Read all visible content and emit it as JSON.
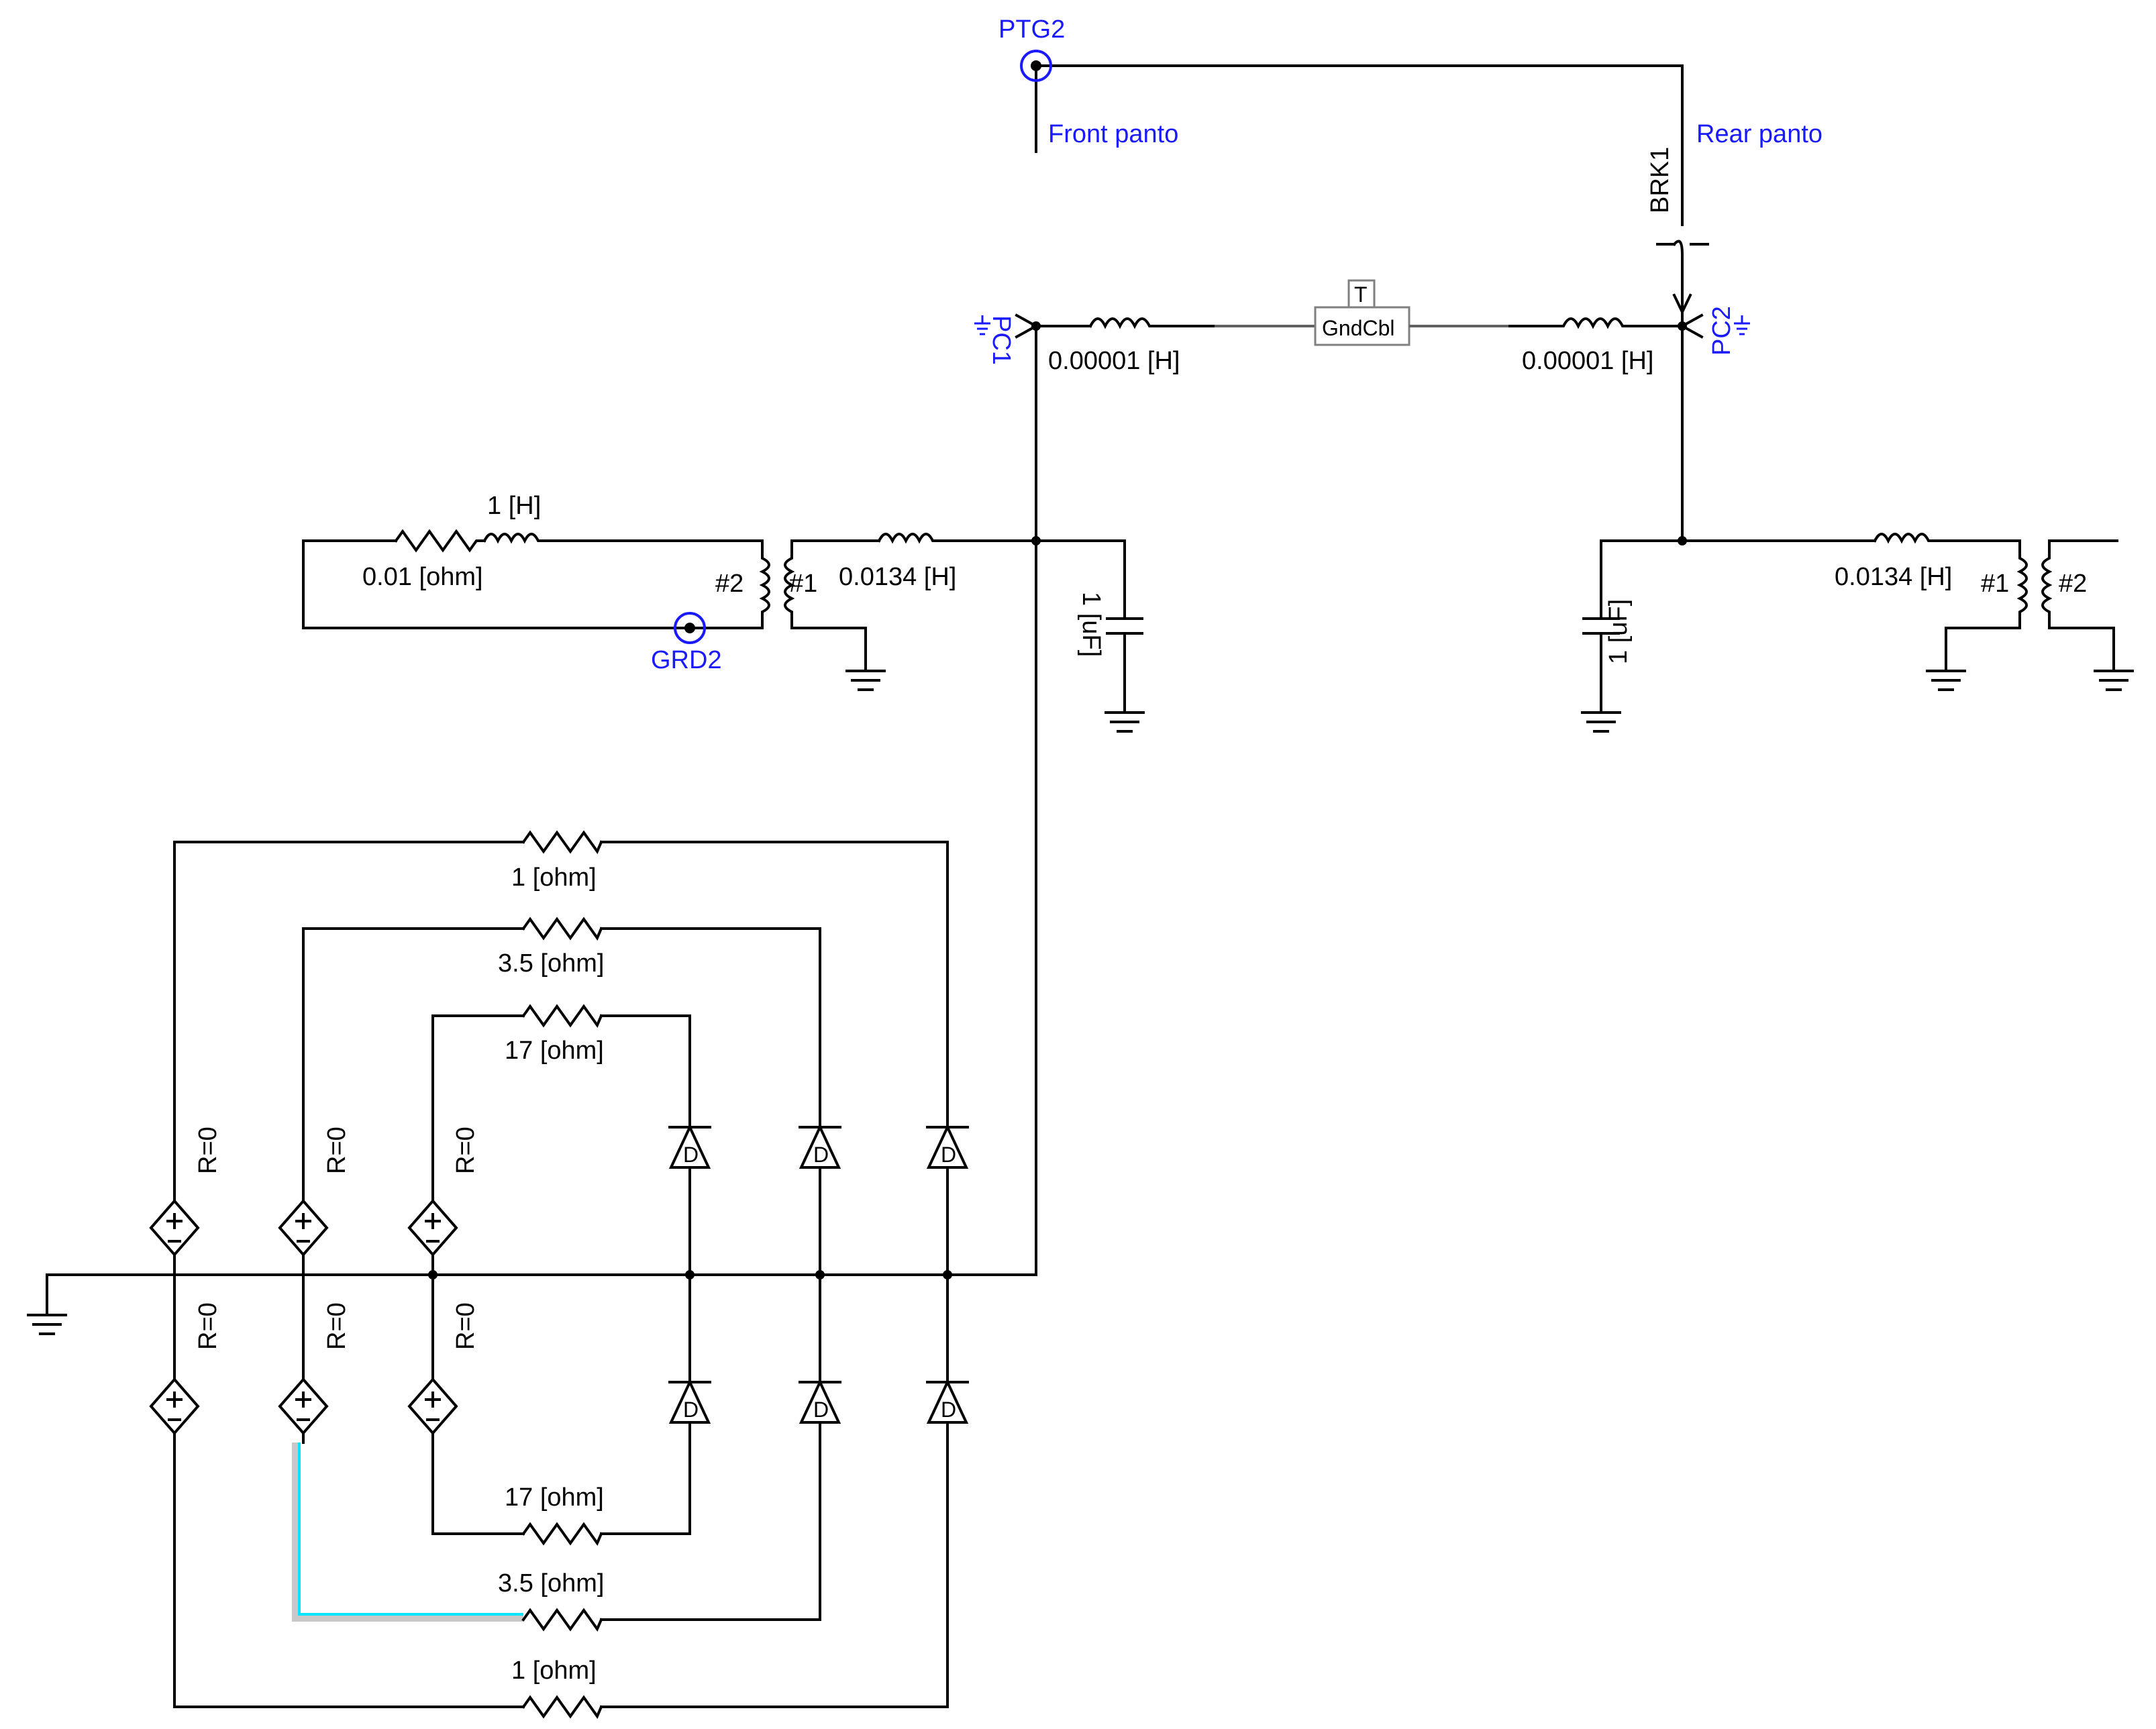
{
  "colors": {
    "wire": "#000000",
    "node_label": "#1a1aff",
    "highlight": "#00e5ff",
    "cable": "#808080"
  },
  "nodes": {
    "ptg2": "PTG2",
    "grd2": "GRD2",
    "pc1": "PC1",
    "pc2": "PC2"
  },
  "annotations": {
    "front_panto": "Front panto",
    "rear_panto": "Rear panto"
  },
  "breaker": {
    "name": "BRK1"
  },
  "cable": {
    "top": "T",
    "name": "GndCbl"
  },
  "inductors": {
    "left_small": "0.00001 [H]",
    "right_small": "0.00001 [H]",
    "left_transformer_series": "0.0134 [H]",
    "right_transformer_series": "0.0134 [H]",
    "secondary": "1 [H]"
  },
  "capacitors": {
    "left": "1 [uF]",
    "right": "1 [uF]"
  },
  "resistors": {
    "secondary": "0.01 [ohm]",
    "top_outer": "1 [ohm]",
    "top_mid": "3.5 [ohm]",
    "top_inner": "17 [ohm]",
    "bottom_inner": "17 [ohm]",
    "bottom_mid": "3.5 [ohm]",
    "bottom_outer": "1 [ohm]"
  },
  "transformers": {
    "left_w2": "#2",
    "left_w1": "#1",
    "right_w1": "#1",
    "right_w2": "#2"
  },
  "sources": {
    "top1": "R=0",
    "top2": "R=0",
    "top3": "R=0",
    "bot1": "R=0",
    "bot2": "R=0",
    "bot3": "R=0"
  },
  "diodes": {
    "label": "D"
  }
}
